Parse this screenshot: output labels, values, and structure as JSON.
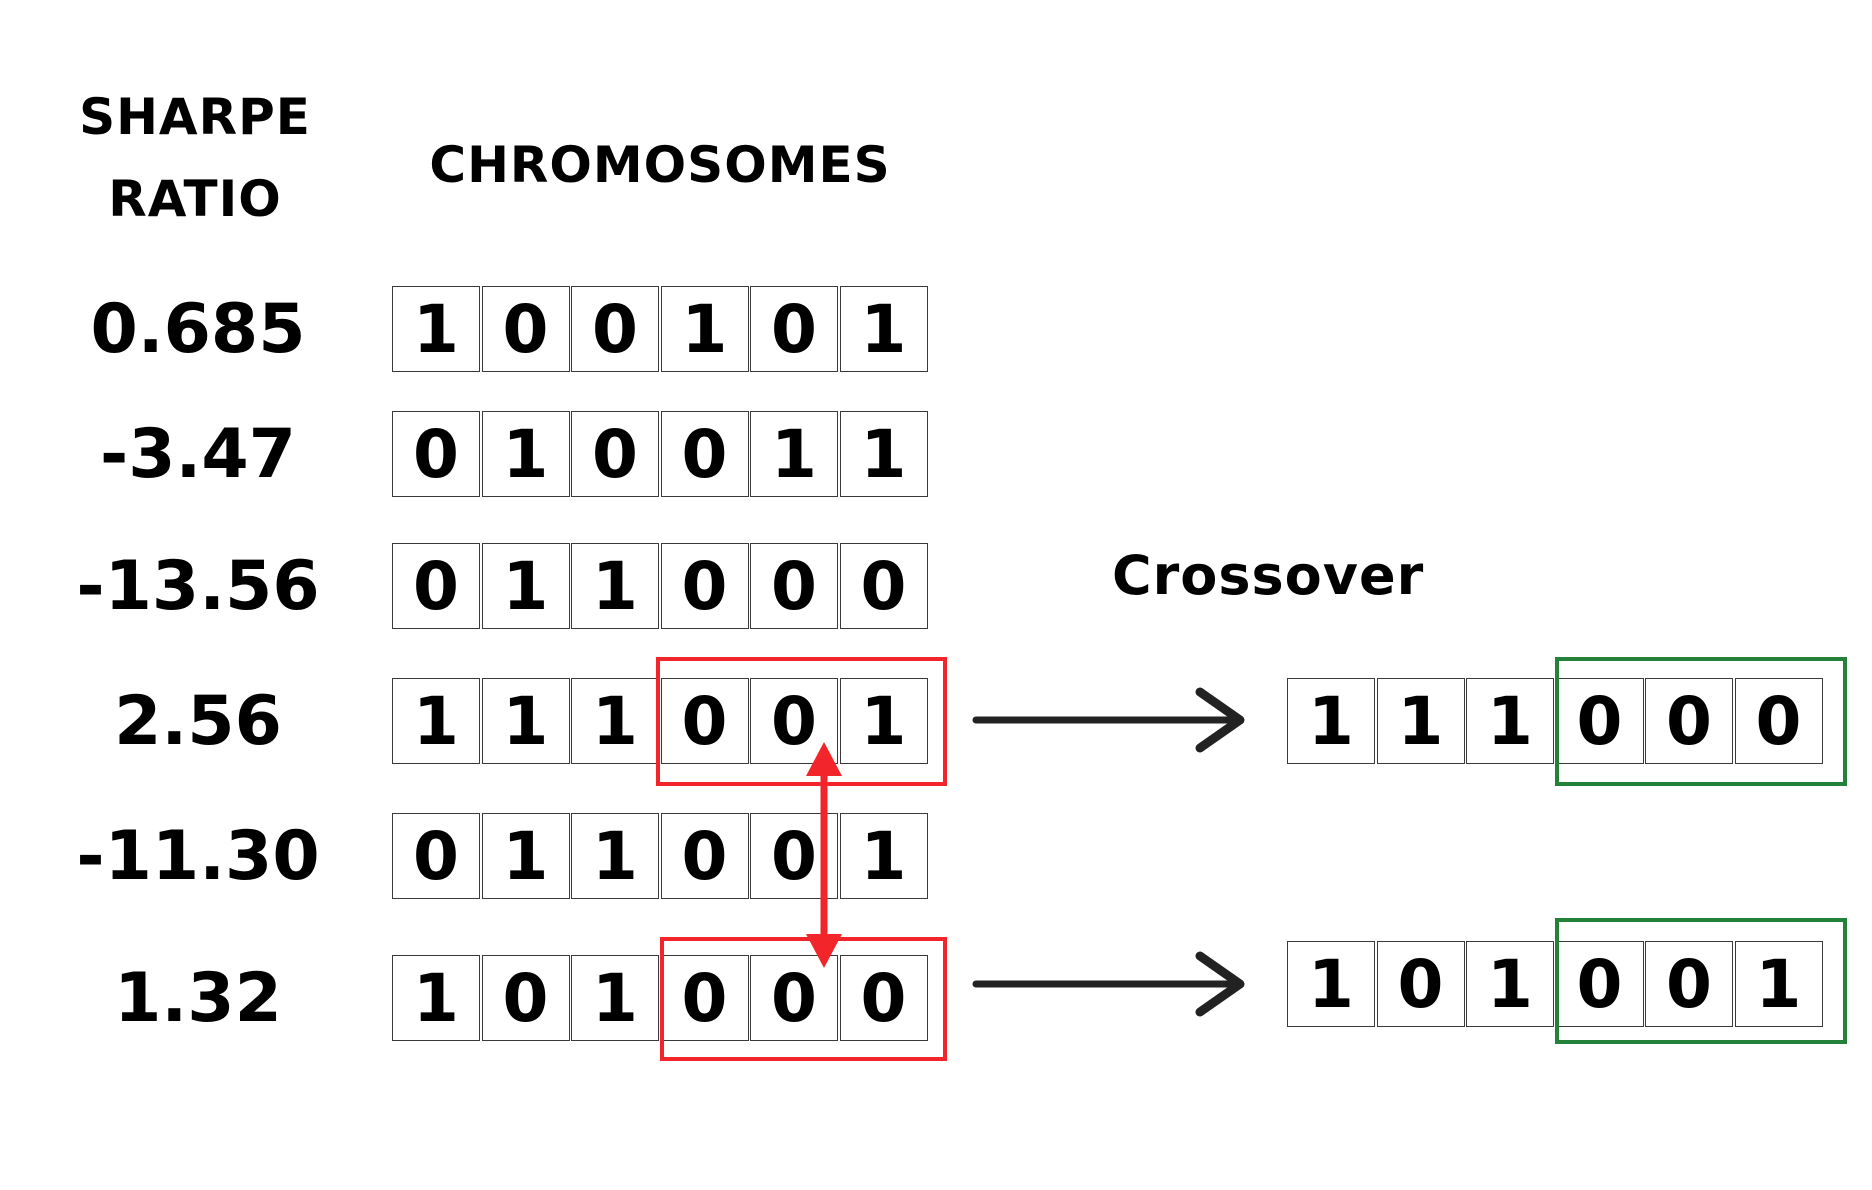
{
  "headers": {
    "sharpe_line1": "SHARPE",
    "sharpe_line2": "RATIO",
    "chromosomes": "CHROMOSOMES"
  },
  "crossover_label": "Crossover",
  "population": [
    {
      "score": "0.685",
      "genes": [
        "1",
        "0",
        "0",
        "1",
        "0",
        "1"
      ]
    },
    {
      "score": "-3.47",
      "genes": [
        "0",
        "1",
        "0",
        "0",
        "1",
        "1"
      ]
    },
    {
      "score": "-13.56",
      "genes": [
        "0",
        "1",
        "1",
        "0",
        "0",
        "0"
      ]
    },
    {
      "score": "2.56",
      "genes": [
        "1",
        "1",
        "1",
        "0",
        "0",
        "1"
      ]
    },
    {
      "score": "-11.30",
      "genes": [
        "0",
        "1",
        "1",
        "0",
        "0",
        "1"
      ]
    },
    {
      "score": "1.32",
      "genes": [
        "1",
        "0",
        "1",
        "0",
        "0",
        "0"
      ]
    }
  ],
  "offspring": [
    {
      "genes": [
        "1",
        "1",
        "1",
        "0",
        "0",
        "0"
      ]
    },
    {
      "genes": [
        "1",
        "0",
        "1",
        "0",
        "0",
        "1"
      ]
    }
  ],
  "colors": {
    "parent_highlight": "#f2262a",
    "offspring_highlight": "#23813a",
    "arrow": "#222222"
  }
}
